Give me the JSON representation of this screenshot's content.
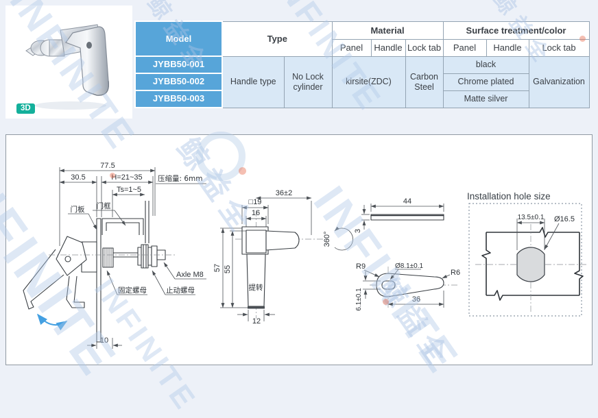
{
  "watermark": {
    "latin": "INFINITE",
    "cjk": "鲸益全"
  },
  "product_photo": {
    "badge": "3D"
  },
  "spec_table": {
    "col_headers": {
      "model": "Model",
      "type": "Type",
      "material": "Material",
      "surface": "Surface treatment/color"
    },
    "sub_headers": {
      "material_panel": "Panel",
      "material_handle": "Handle",
      "material_lock_tab": "Lock tab",
      "surface_panel": "Panel",
      "surface_handle": "Handle",
      "surface_lock_tab": "Lock tab"
    },
    "models": [
      "JYBB50-001",
      "JYBB50-002",
      "JYBB50-003"
    ],
    "type_handle": "Handle type",
    "type_lock": "No Lock cylinder",
    "material_panel_handle_value": "kirsite(ZDC)",
    "material_lock_tab_value": "Carbon Steel",
    "surface_values": [
      "black",
      "Chrome plated",
      "Matte silver"
    ],
    "surface_lock_tab_value": "Galvanization"
  },
  "drawing": {
    "side_view": {
      "dim_total": "77.5",
      "dim_left": "30.5",
      "dim_h": "H=21~35",
      "compression": "压缩量: 6mm",
      "dim_ts": "Ts=1~5",
      "label_door_panel": "门板",
      "label_door_frame": "门框",
      "label_axle": "Axle M8",
      "label_fixing_nut": "固定螺母",
      "label_stop_nut": "止动螺母",
      "dim_bottom": "10"
    },
    "front_view": {
      "dim_arm": "36±2",
      "dim_square": "□19",
      "dim_16": "16",
      "dim_57": "57",
      "dim_55": "55",
      "dim_12": "12",
      "label_grip": "提转",
      "rotation": "360°"
    },
    "lock_tab_view": {
      "dim_44": "44",
      "dim_3": "3",
      "label_r9": "R9",
      "label_hole": "Ø8.1±0.1",
      "label_r6": "R6",
      "dim_36": "36",
      "dim_height": "6.1±0.1"
    },
    "hole_view": {
      "title": "Installation hole size",
      "dim_width": "13.5±0.1",
      "dim_dia": "Ø16.5"
    }
  }
}
